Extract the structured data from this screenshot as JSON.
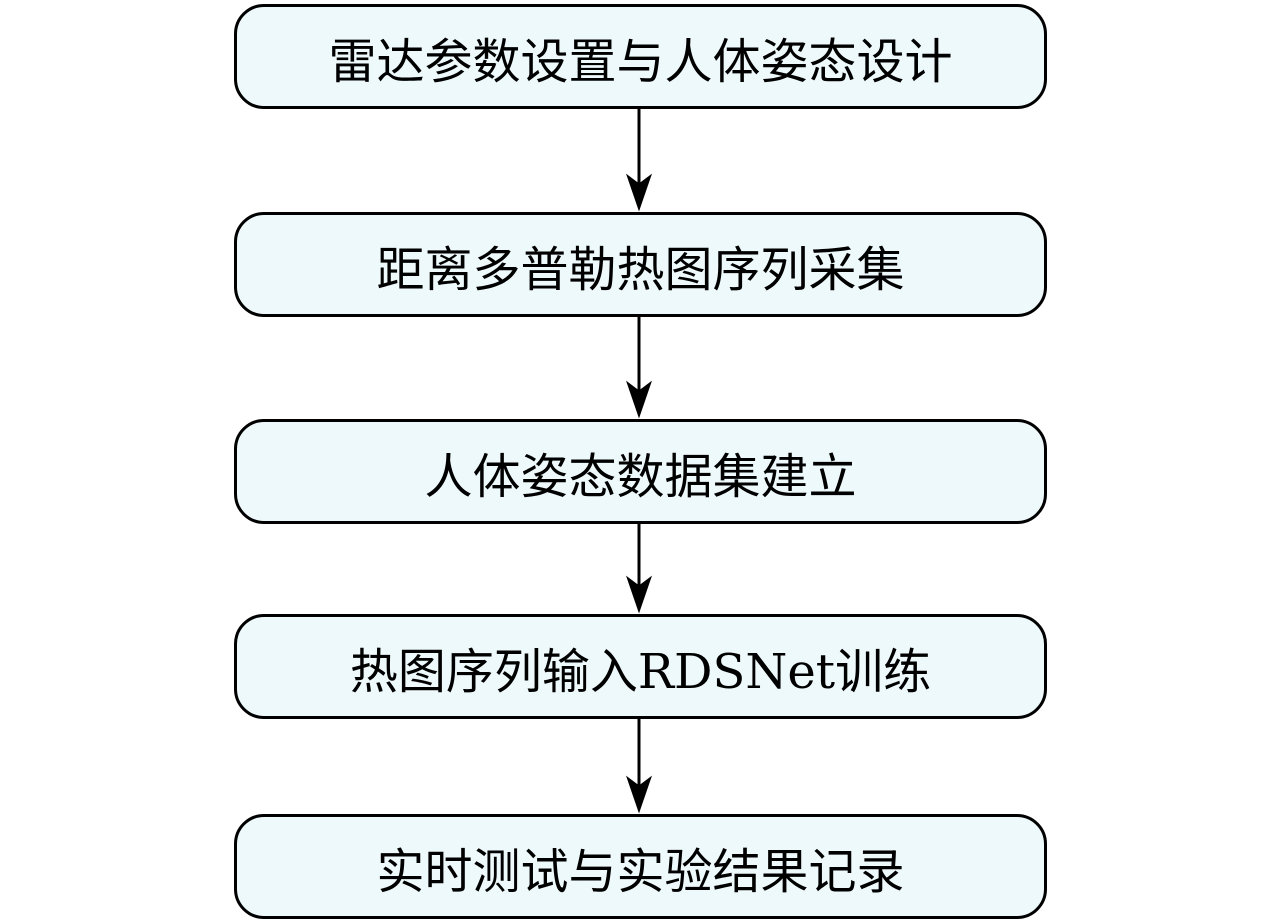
{
  "steps": [
    {
      "label": "雷达参数设置与人体姿态设计"
    },
    {
      "label": "距离多普勒热图序列采集"
    },
    {
      "label": "人体姿态数据集建立"
    },
    {
      "label": "热图序列输入RDSNet训练"
    },
    {
      "label": "实时测试与实验结果记录"
    }
  ],
  "colors": {
    "box_fill": "#eef9fb",
    "stroke": "#000000"
  }
}
